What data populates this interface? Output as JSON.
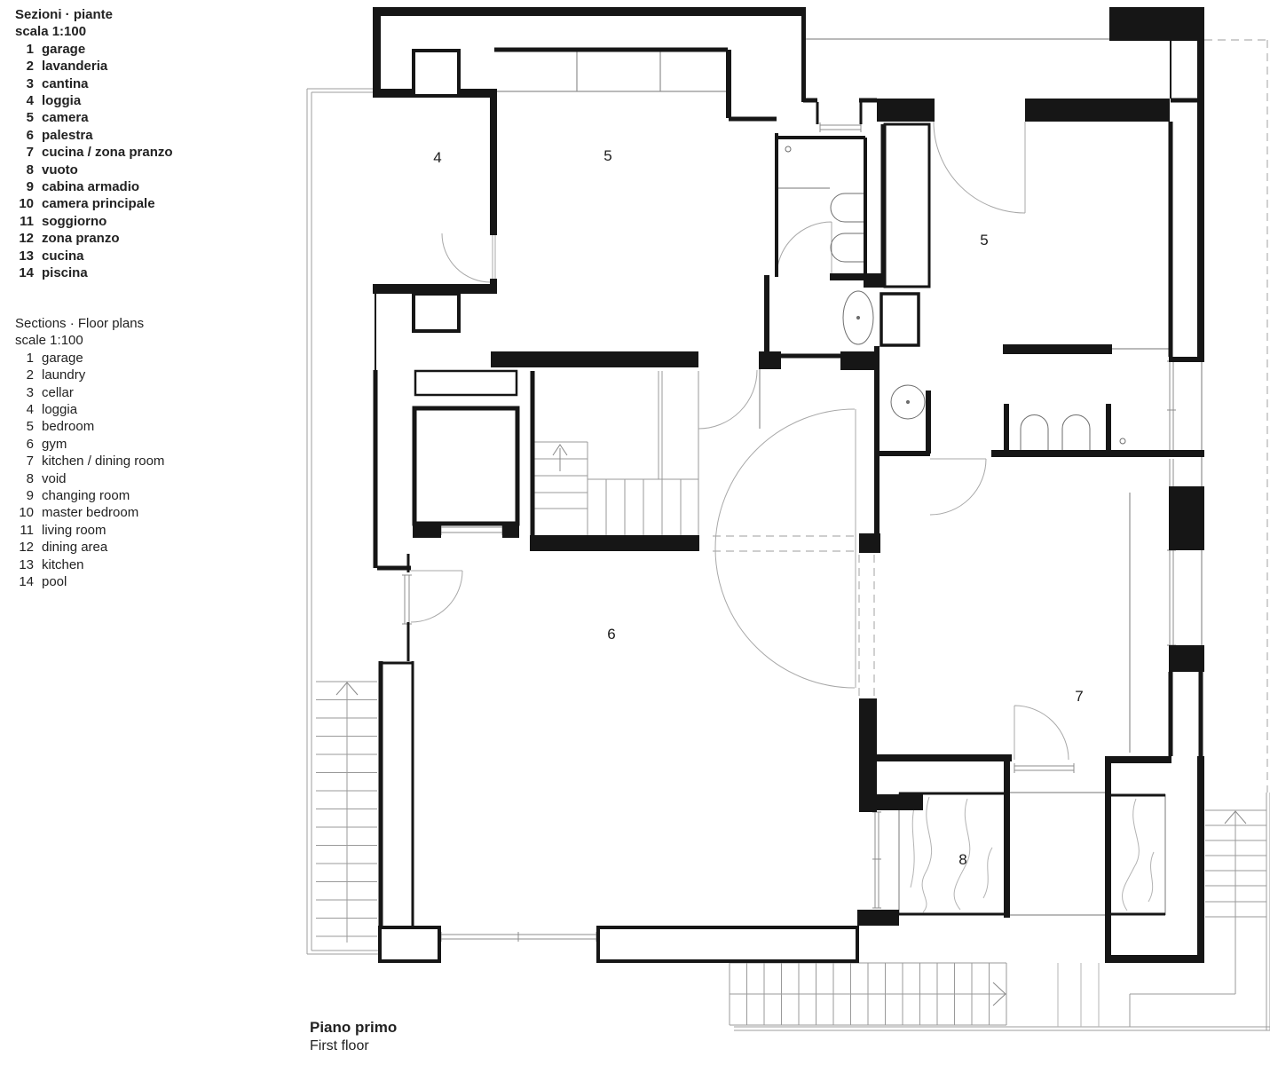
{
  "legend_it": {
    "title": "Sezioni · piante",
    "scale": "scala 1:100",
    "items": [
      {
        "num": "1",
        "label": "garage"
      },
      {
        "num": "2",
        "label": "lavanderia"
      },
      {
        "num": "3",
        "label": "cantina"
      },
      {
        "num": "4",
        "label": "loggia"
      },
      {
        "num": "5",
        "label": "camera"
      },
      {
        "num": "6",
        "label": "palestra"
      },
      {
        "num": "7",
        "label": "cucina / zona pranzo"
      },
      {
        "num": "8",
        "label": "vuoto"
      },
      {
        "num": "9",
        "label": "cabina armadio"
      },
      {
        "num": "10",
        "label": "camera principale"
      },
      {
        "num": "11",
        "label": "soggiorno"
      },
      {
        "num": "12",
        "label": "zona pranzo"
      },
      {
        "num": "13",
        "label": "cucina"
      },
      {
        "num": "14",
        "label": "piscina"
      }
    ]
  },
  "legend_en": {
    "title": "Sections · Floor plans",
    "scale": "scale 1:100",
    "items": [
      {
        "num": "1",
        "label": "garage"
      },
      {
        "num": "2",
        "label": "laundry"
      },
      {
        "num": "3",
        "label": "cellar"
      },
      {
        "num": "4",
        "label": "loggia"
      },
      {
        "num": "5",
        "label": "bedroom"
      },
      {
        "num": "6",
        "label": "gym"
      },
      {
        "num": "7",
        "label": "kitchen / dining room"
      },
      {
        "num": "8",
        "label": "void"
      },
      {
        "num": "9",
        "label": "changing room"
      },
      {
        "num": "10",
        "label": "master bedroom"
      },
      {
        "num": "11",
        "label": "living room"
      },
      {
        "num": "12",
        "label": "dining area"
      },
      {
        "num": "13",
        "label": "kitchen"
      },
      {
        "num": "14",
        "label": "pool"
      }
    ]
  },
  "caption": {
    "title": "Piano primo",
    "subtitle": "First floor"
  },
  "plan": {
    "room_labels": [
      {
        "id": "loggia",
        "text": "4"
      },
      {
        "id": "bedroom-left",
        "text": "5"
      },
      {
        "id": "bedroom-right",
        "text": "5"
      },
      {
        "id": "gym",
        "text": "6"
      },
      {
        "id": "kitchen-dining",
        "text": "7"
      },
      {
        "id": "void",
        "text": "8"
      }
    ]
  },
  "colors": {
    "wall": "#161616",
    "thin_line": "#909090",
    "dashed_line": "#bdbdbd",
    "text": "#222222",
    "background": "#ffffff"
  }
}
